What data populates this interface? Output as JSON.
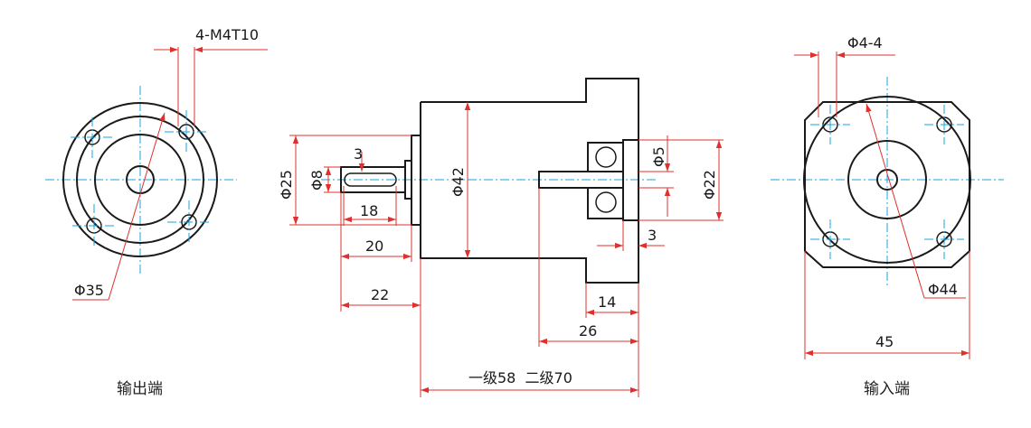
{
  "views": {
    "output_end": {
      "caption": "输出端",
      "hole_label": "4-M4T10",
      "pcd_label": "Φ35"
    },
    "side": {
      "shaft_dia": "Φ8",
      "flange_spigot_dia": "Φ25",
      "body_dia": "Φ42",
      "keyway_width": "3",
      "keyway_length": "18",
      "shaft_len_20": "20",
      "shaft_len_22": "22",
      "input_bore": "Φ5",
      "input_boss_dia": "Φ22",
      "input_thk": "3",
      "dim_14": "14",
      "dim_26": "26",
      "total_length": "一级58  二级70"
    },
    "input_end": {
      "caption": "输入端",
      "hole_label": "Φ4-4",
      "pcd_label": "Φ44",
      "square": "45"
    }
  }
}
